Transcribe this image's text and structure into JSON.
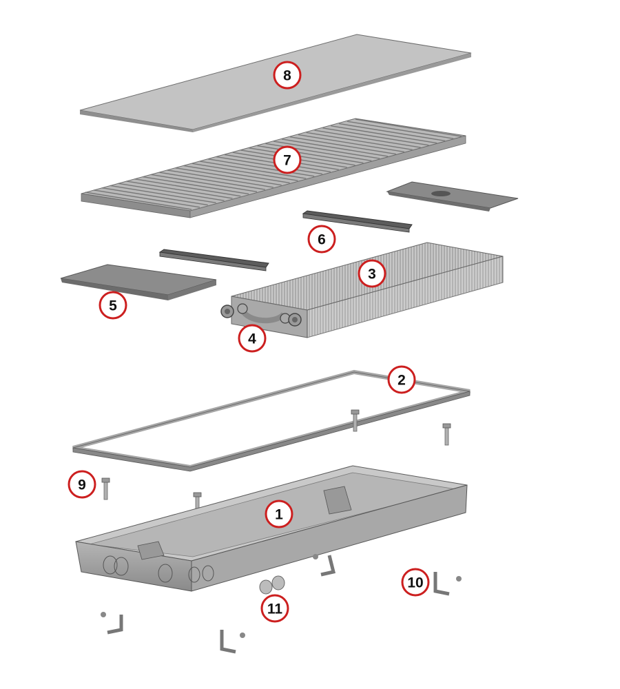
{
  "colors": {
    "callout_ring": "#cc1f1f",
    "part_fill_light": "#c4c4c4",
    "part_fill_mid": "#9e9e9e",
    "part_fill_dark": "#6f6f6f",
    "edge": "#4a4a4a"
  },
  "parts": [
    {
      "id": "1",
      "name": "housing-trough",
      "label": "1"
    },
    {
      "id": "2",
      "name": "frame",
      "label": "2"
    },
    {
      "id": "3",
      "name": "heat-exchanger",
      "label": "3"
    },
    {
      "id": "4",
      "name": "pipe-connections",
      "label": "4"
    },
    {
      "id": "5",
      "name": "cover-plate-left",
      "label": "5"
    },
    {
      "id": "6",
      "name": "support-rail",
      "label": "6"
    },
    {
      "id": "7",
      "name": "linear-grille",
      "label": "7"
    },
    {
      "id": "8",
      "name": "top-panel",
      "label": "8"
    },
    {
      "id": "9",
      "name": "leveling-bolt",
      "label": "9"
    },
    {
      "id": "10",
      "name": "mounting-bracket",
      "label": "10"
    },
    {
      "id": "11",
      "name": "blanking-plugs",
      "label": "11"
    }
  ]
}
